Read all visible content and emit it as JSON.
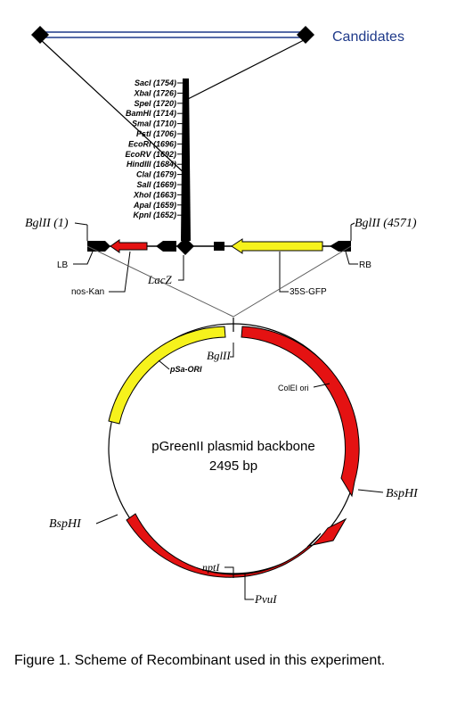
{
  "candidates_label": "Candidates",
  "restriction_sites": [
    "SacI (1754)",
    "XbaI (1726)",
    "SpeI (1720)",
    "BamHI (1714)",
    "SmaI (1710)",
    "PstI (1706)",
    "EcoRI (1696)",
    "EcoRV (1692)",
    "HindIII (1684)",
    "ClaI (1679)",
    "SalI (1669)",
    "XhoI (1663)",
    "ApaI (1659)",
    "KpnI (1652)"
  ],
  "t_dna": {
    "left_site": "BglII (1)",
    "right_site": "BglII (4571)",
    "left_border": "LB",
    "right_border": "RB",
    "lacz": "LacZ",
    "nos_kan": "nos-Kan",
    "gfp": "35S-GFP"
  },
  "plasmid": {
    "name": "pGreenII plasmid backbone",
    "size": "2495 bp",
    "bglii": "BglII",
    "psa_ori": "pSa-ORI",
    "colei_ori": "ColEI ori",
    "bsphi_right": "BspHI",
    "bsphi_left": "BspHI",
    "npt": "nptI",
    "pvui": "PvuI"
  },
  "colors": {
    "red": "#e41212",
    "yellow": "#f6f21c",
    "line": "#000000",
    "connector": "#5a5a5a",
    "candidates_text": "#1f3a8a"
  },
  "caption": "Figure 1. Scheme of Recombinant used in this experiment."
}
